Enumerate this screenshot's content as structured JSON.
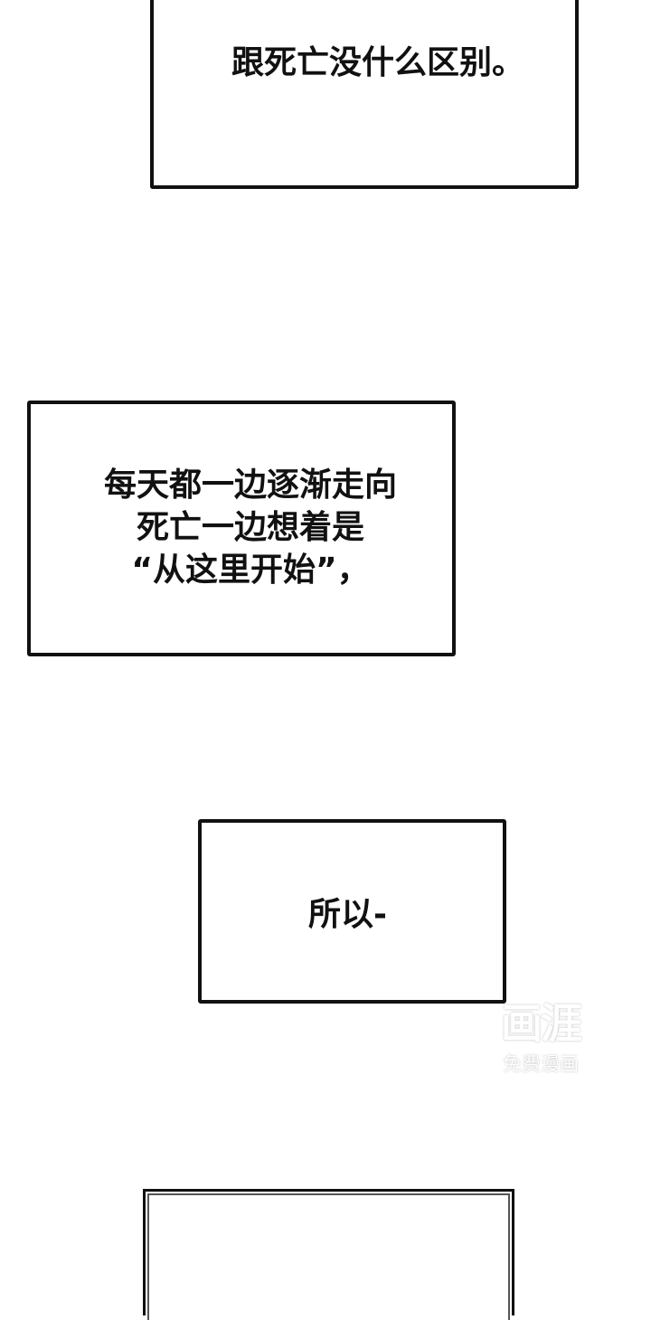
{
  "comic_page": {
    "captions": [
      {
        "id": "caption-1",
        "text": "跟死亡没什么区别。"
      },
      {
        "id": "caption-2",
        "text": "每天都一边逐渐走向\n死亡一边想着是\n“从这里开始”，"
      },
      {
        "id": "caption-3",
        "text": "所以-"
      },
      {
        "id": "caption-4",
        "text": ""
      }
    ],
    "watermark": {
      "logo": "画涯",
      "subtitle": "免费漫画"
    },
    "colors": {
      "background": "#ffffff",
      "ink": "#111111",
      "watermark": "#ffffff"
    }
  }
}
